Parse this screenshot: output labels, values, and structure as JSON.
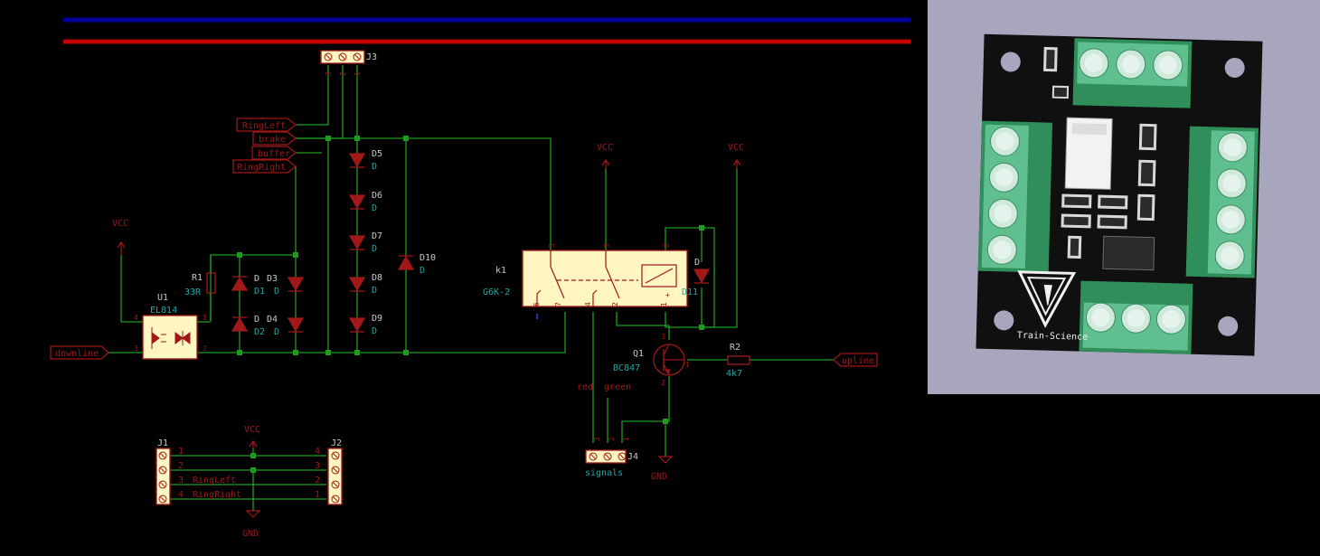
{
  "colors": {
    "background": "#000000",
    "wire": "#1f9c1f",
    "symbol_outline": "#a01818",
    "symbol_fill": "#fff6c2",
    "ref_text": "#c8c8c8",
    "value_text": "#1aa8a8",
    "power_text": "#a01818",
    "rail_blue": "#00009c",
    "rail_red": "#c40000",
    "pcb_background": "#a7a6bd",
    "pcb_board": "#101010",
    "terminal_green": "#5fbf8e"
  },
  "connector_j3": {
    "ref": "J3",
    "pins": [
      "3",
      "2",
      "1"
    ]
  },
  "labels": {
    "ringleft": "RingLeft",
    "brake": "brake",
    "buffer": "buffer",
    "ringright": "RingRight",
    "downline": "downline",
    "upline": "upline"
  },
  "power": {
    "vcc": "VCC",
    "gnd": "GND"
  },
  "diodes_chain": [
    {
      "ref": "D5",
      "value": "D"
    },
    {
      "ref": "D6",
      "value": "D"
    },
    {
      "ref": "D7",
      "value": "D"
    },
    {
      "ref": "D8",
      "value": "D"
    },
    {
      "ref": "D9",
      "value": "D"
    }
  ],
  "d10": {
    "ref": "D10",
    "value": "D"
  },
  "d11": {
    "ref": "D11",
    "value": "D"
  },
  "r1": {
    "ref": "R1",
    "value": "33R"
  },
  "d3": {
    "ref": "D3",
    "value": "D",
    "side_ref": "D",
    "side_value": "D1"
  },
  "d4": {
    "ref": "D4",
    "value": "D",
    "side_ref": "D",
    "side_value": "D2"
  },
  "u1": {
    "ref": "U1",
    "value": "EL814",
    "pins": [
      "4",
      "3",
      "1",
      "2"
    ]
  },
  "k1": {
    "ref": "k1",
    "value": "G6K-2",
    "pins_top": [
      "5",
      "3",
      "8"
    ],
    "pins_bottom": [
      "6",
      "7",
      "4",
      "2",
      "1"
    ],
    "coil_plus": "+"
  },
  "q1": {
    "ref": "Q1",
    "value": "BC847",
    "pins": [
      "3",
      "1",
      "2"
    ]
  },
  "r2": {
    "ref": "R2",
    "value": "4k7"
  },
  "wire_labels": {
    "red": "red",
    "green": "green"
  },
  "j4": {
    "ref": "J4",
    "value": "signals",
    "pins": [
      "3",
      "2",
      "1"
    ]
  },
  "j1": {
    "ref": "J1",
    "pins": [
      "1",
      "2",
      "3",
      "4"
    ]
  },
  "j2": {
    "ref": "J2",
    "pins": [
      "4",
      "3",
      "2",
      "1"
    ]
  },
  "bus_net_labels": [
    "RingLeft",
    "RingRight"
  ],
  "pcb": {
    "brand": "Train-Science"
  }
}
